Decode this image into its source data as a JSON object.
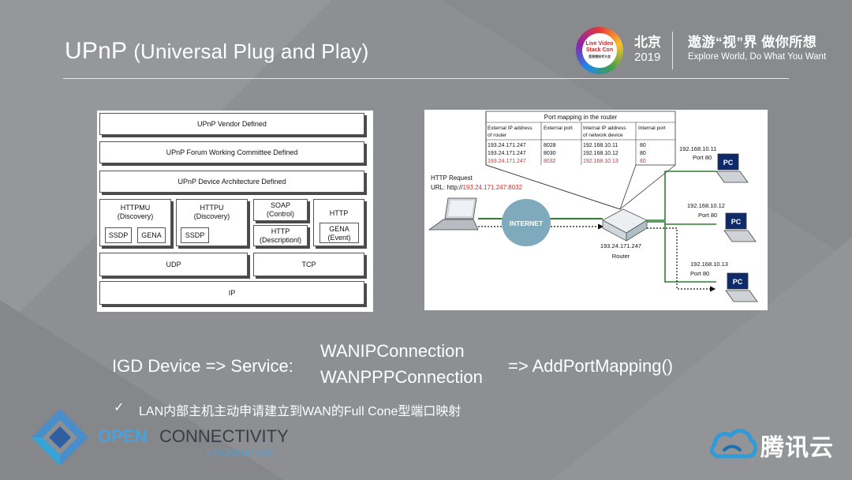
{
  "slide": {
    "title_main": "UPnP",
    "title_paren": "(Universal Plug and Play)",
    "event": {
      "logo_top": "Live Video",
      "logo_bottom": "Stack Con",
      "logo_sub": "音视频技术大会",
      "city": "北京",
      "year": "2019"
    },
    "slogan": {
      "cn": "遨游“视”界 做你所想",
      "en": "Explore World, Do What You Want"
    }
  },
  "stack": {
    "vendor": "UPnP Vendor Defined",
    "forum": "UPnP Forum Working Committee Defined",
    "arch": "UPnP Device Architecture Defined",
    "httpmu": "HTTPMU",
    "httpmu_sub": "(Discovery)",
    "httpu": "HTTPU",
    "httpu_sub": "(Discovery)",
    "soap": "SOAP",
    "soap_sub": "(Control)",
    "http_desc": "HTTP",
    "http_desc_sub": "(Descriptionl)",
    "http": "HTTP",
    "gena": "GENA",
    "gena_sub": "(Event)",
    "ssdp1": "SSDP",
    "gena1": "GENA",
    "ssdp2": "SSDP",
    "udp": "UDP",
    "tcp": "TCP",
    "ip": "IP"
  },
  "router": {
    "table_title": "Port mapping in the router",
    "headers": [
      "External IP address of router",
      "External port",
      "Internal IP address of network device",
      "Internal port"
    ],
    "rows": [
      [
        "193.24.171.247",
        "8028",
        "192.168.10.11",
        "80"
      ],
      [
        "193.24.171.247",
        "8030",
        "192.168.10.12",
        "80"
      ],
      [
        "193.24.171.247",
        "8032",
        "192.168.10.13",
        "80"
      ]
    ],
    "highlight_color": "#d32f2f",
    "http_request": "HTTP Request",
    "url_prefix": "URL: http://",
    "url_highlight": "193.24.171.247:8032",
    "internet": "INTERNET",
    "router_ip": "193.24.171.247",
    "router_label": "Router",
    "pcs": [
      {
        "ip": "192.168.10.11",
        "port": "Port 80",
        "label": "PC"
      },
      {
        "ip": "192.168.10.12",
        "port": "Port 80",
        "label": "PC"
      },
      {
        "ip": "192.168.10.13",
        "port": "Port 80",
        "label": "PC"
      }
    ]
  },
  "formula": {
    "left": "IGD Device  => Service:",
    "service1": "WANIPConnection",
    "service2": "WANPPPConnection",
    "right": "=>  AddPortMapping()"
  },
  "note": {
    "check": "✓",
    "text": "LAN内部主机主动申请建立到WAN的Full Cone型端口映射"
  },
  "footer": {
    "ocf_word1": "OPEN",
    "ocf_word2": "CONNECTIVITY",
    "ocf_word3": "FOUNDATION",
    "tencent": "腾讯云"
  }
}
